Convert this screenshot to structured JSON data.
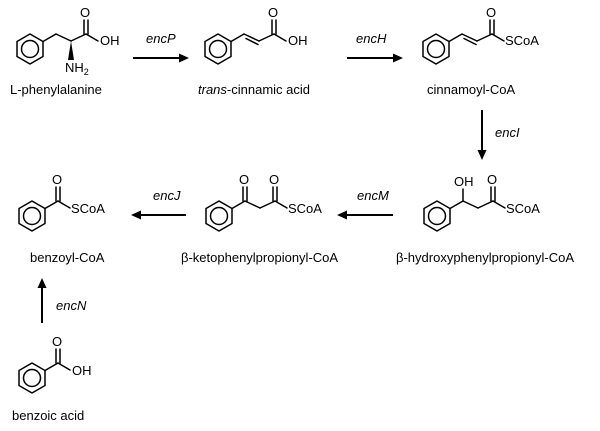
{
  "compounds": {
    "l_phe": "L-phenylalanine",
    "cinnamic_prefix": "trans",
    "cinnamic_rest": "-cinnamic acid",
    "cinnamoyl_coa": "cinnamoyl-CoA",
    "hydroxy": "β-hydroxyphenylpropionyl-CoA",
    "keto": "β-ketophenylpropionyl-CoA",
    "benzoyl_coa": "benzoyl-CoA",
    "benzoic_acid": "benzoic acid"
  },
  "enzymes": {
    "encP": "encP",
    "encH": "encH",
    "encI": "encI",
    "encM": "encM",
    "encJ": "encJ",
    "encN": "encN"
  },
  "atoms": {
    "O": "O",
    "OH": "OH",
    "NH2": "NH",
    "NH2_sub": "2",
    "SCoA": "SCoA"
  }
}
